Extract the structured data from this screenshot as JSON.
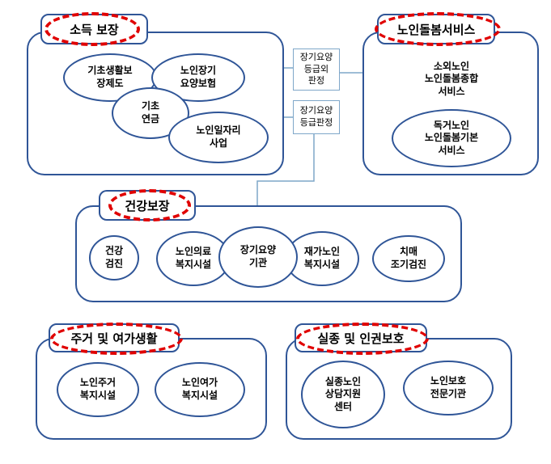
{
  "sections": {
    "income": {
      "title": "소득 보장"
    },
    "care": {
      "title": "노인돌봄서비스"
    },
    "health": {
      "title": "건강보장"
    },
    "housing": {
      "title": "주거 및 여가생활"
    },
    "missing": {
      "title": "실종 및 인권보호"
    }
  },
  "nodes": {
    "basic_livelihood": "기초생활보\n장제도",
    "ltc_insurance": "노인장기\n요양보험",
    "basic_pension": "기초\n연금",
    "senior_jobs": "노인일자리\n사업",
    "isolated_care": "소외노인\n노인돌봄종합\n서비스",
    "solitary_care": "독거노인\n노인돌봄기본\n서비스",
    "health_checkup": "건강\n검진",
    "medical_welfare": "노인의료\n복지시설",
    "ltc_institution": "장기요양\n기관",
    "home_welfare": "재가노인\n복지시설",
    "dementia_screening": "치매\n조기검진",
    "housing_welfare": "노인주거\n복지시설",
    "leisure_welfare": "노인여가\n복지시설",
    "missing_center": "실종노인\n상담지원\n센터",
    "protection_agency": "노인보호\n전문기관"
  },
  "flow_boxes": {
    "outside_grade": "장기요양\n등급외\n판정",
    "grade": "장기요양\n등급판정"
  },
  "colors": {
    "border": "#2f5597",
    "highlight": "#e00000",
    "connector": "#7fa7c9"
  }
}
